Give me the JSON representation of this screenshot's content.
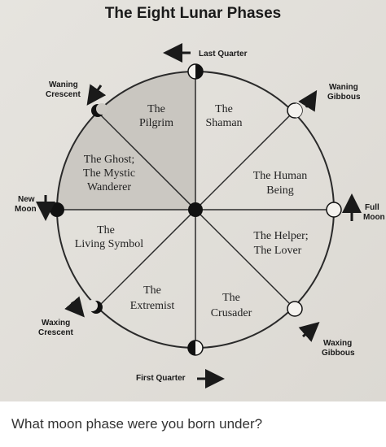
{
  "title": "The Eight Lunar Phases",
  "phase_labels": {
    "last_quarter": "Last Quarter",
    "waning_gibbous_1": "Waning",
    "waning_gibbous_2": "Gibbous",
    "full_moon_1": "Full",
    "full_moon_2": "Moon",
    "waxing_gibbous_1": "Waxing",
    "waxing_gibbous_2": "Gibbous",
    "first_quarter": "First Quarter",
    "waxing_crescent_1": "Waxing",
    "waxing_crescent_2": "Crescent",
    "new_moon_1": "New",
    "new_moon_2": "Moon",
    "waning_crescent_1": "Waning",
    "waning_crescent_2": "Crescent"
  },
  "sectors": {
    "pilgrim_1": "The",
    "pilgrim_2": "Pilgrim",
    "shaman_1": "The",
    "shaman_2": "Shaman",
    "ghost_1": "The Ghost;",
    "ghost_2": "The Mystic",
    "ghost_3": "Wanderer",
    "human_1": "The Human",
    "human_2": "Being",
    "living_1": "The",
    "living_2": "Living Symbol",
    "helper_1": "The Helper;",
    "helper_2": "The Lover",
    "extremist_1": "The",
    "extremist_2": "Extremist",
    "crusader_1": "The",
    "crusader_2": "Crusader"
  },
  "caption": "What moon phase were you born under?"
}
